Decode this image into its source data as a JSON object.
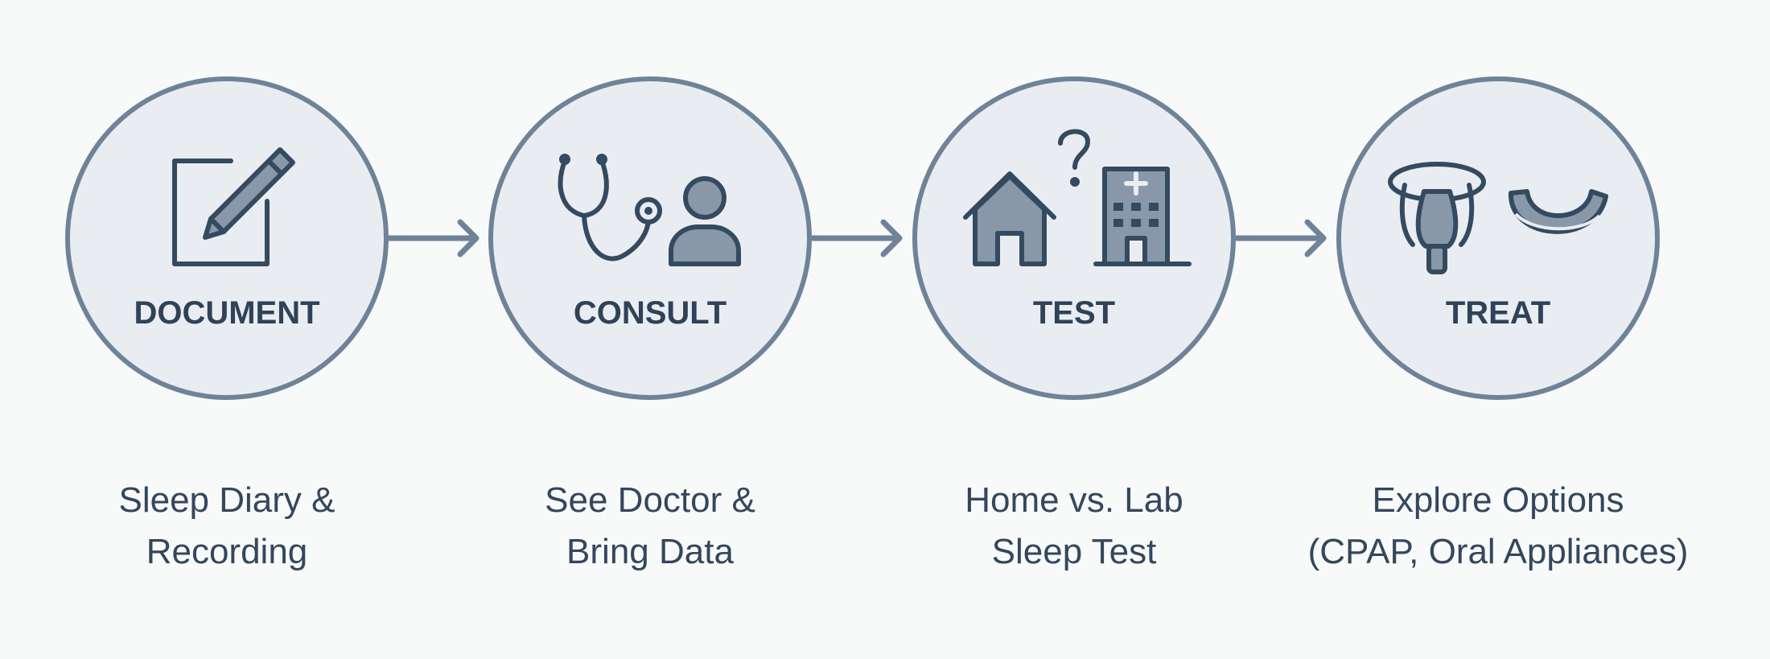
{
  "colors": {
    "background": "#f8f9f9",
    "circle_fill": "#e9edf1",
    "circle_stroke": "#6f8398",
    "icon_stroke": "#344a60",
    "icon_fill": "#8898a9",
    "text": "#2f4258",
    "arrow": "#6f8398"
  },
  "steps": [
    {
      "label": "DOCUMENT",
      "icon": "notepad-pencil-icon",
      "caption_line1": "Sleep Diary &",
      "caption_line2": "Recording"
    },
    {
      "label": "CONSULT",
      "icon": "stethoscope-doctor-icon",
      "caption_line1": "See Doctor &",
      "caption_line2": "Bring Data"
    },
    {
      "label": "TEST",
      "icon": "home-vs-hospital-icon",
      "caption_line1": "Home vs. Lab",
      "caption_line2": "Sleep Test"
    },
    {
      "label": "TREAT",
      "icon": "cpap-mask-oral-appliance-icon",
      "caption_line1": "Explore Options",
      "caption_line2": "(CPAP, Oral Appliances)"
    }
  ]
}
